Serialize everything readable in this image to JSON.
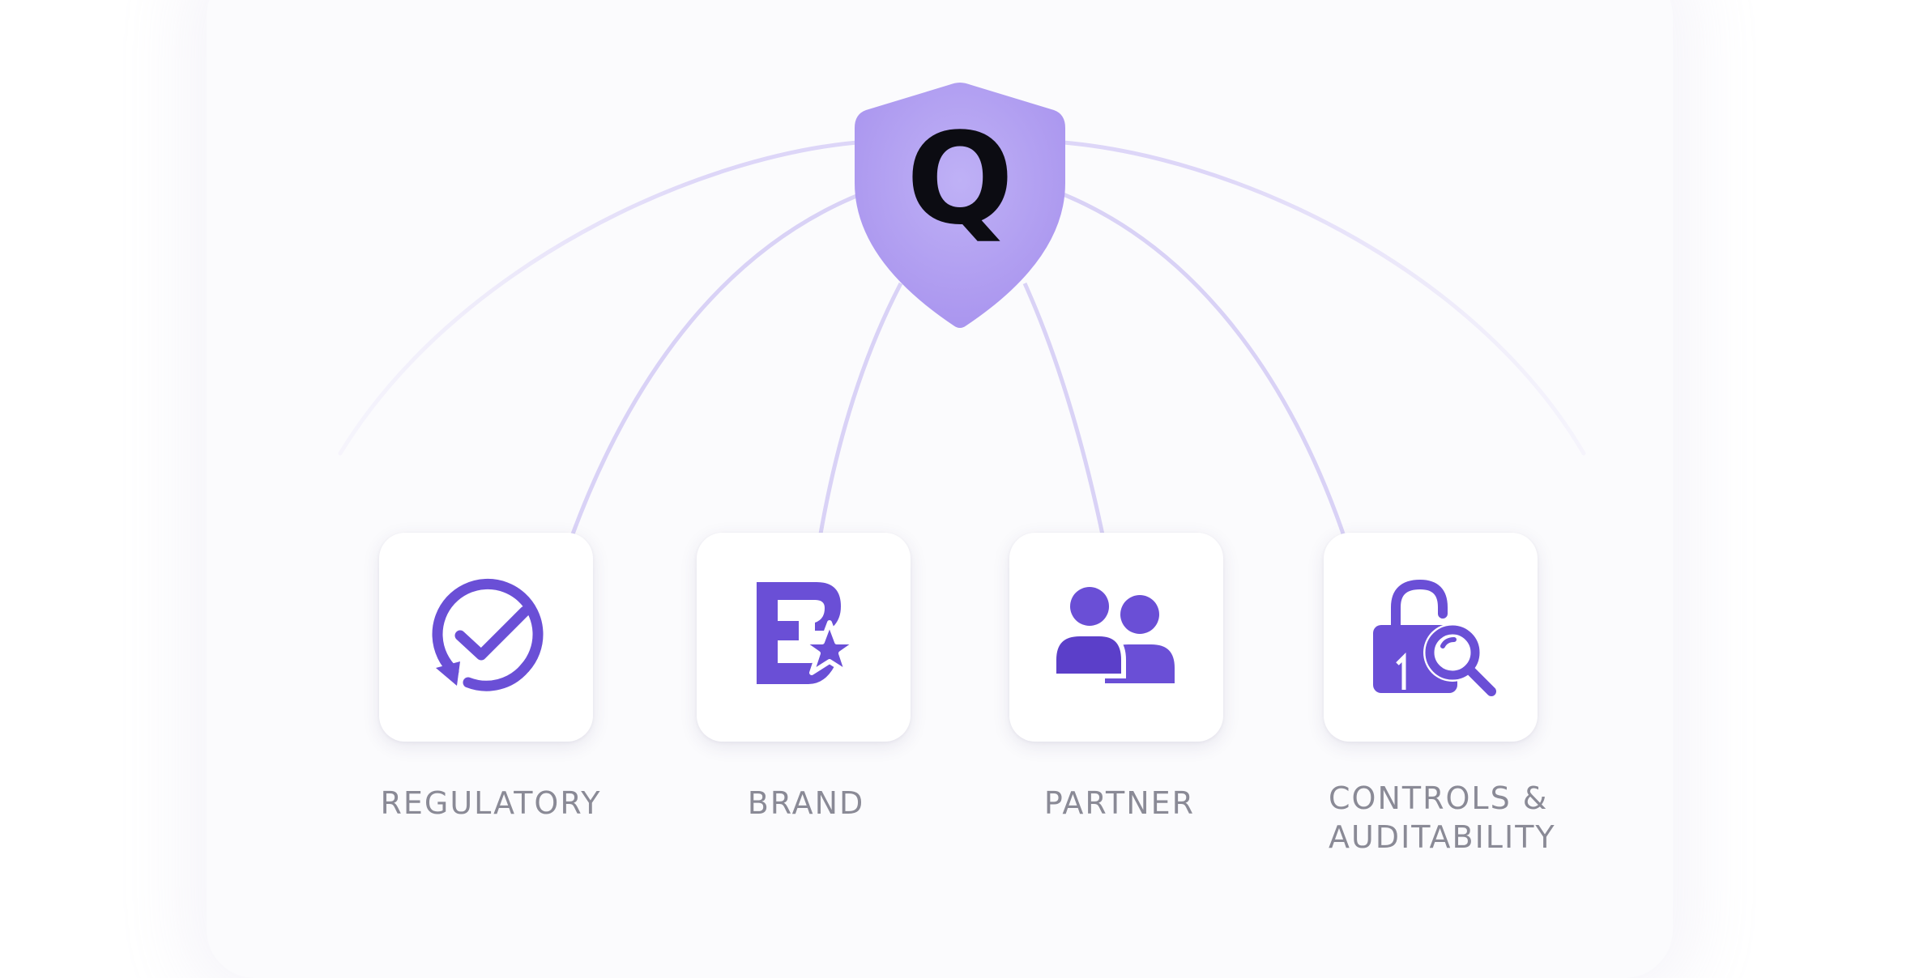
{
  "center_node": {
    "letter": "Q",
    "icon": "shield-icon"
  },
  "categories": [
    {
      "label": "REGULATORY",
      "icon": "check-cycle-icon"
    },
    {
      "label": "BRAND",
      "icon": "brand-star-icon"
    },
    {
      "label": "PARTNER",
      "icon": "people-icon"
    },
    {
      "label": "CONTROLS &\nAUDITABILITY",
      "icon": "lock-search-icon"
    }
  ],
  "colors": {
    "accent": "#6a4fd6",
    "shield": "#a996f0",
    "connector": "#d6cff5",
    "label": "#8a8a96"
  }
}
